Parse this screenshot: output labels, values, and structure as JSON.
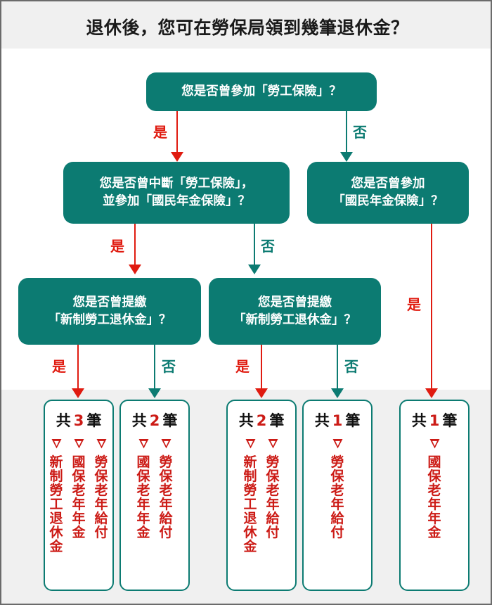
{
  "header": {
    "title": "退休後，您可在勞保局領到幾筆退休金？"
  },
  "colors": {
    "teal": "#0c7b72",
    "red": "#e01b10",
    "result_red": "#cc1b16",
    "band": "#f0f0f0"
  },
  "labels": {
    "yes": "是",
    "no": "否"
  },
  "questions": {
    "q1": "您是否曾參加「勞工保險」？",
    "q2_left": "您是否曾中斷「勞工保險」，\n並參加「國民年金保險」？",
    "q2_right": "您是否曾參加\n「國民年金保險」？",
    "q3_left": "您是否曾提繳\n「新制勞工退休金」？",
    "q3_right": "您是否曾提繳\n「新制勞工退休金」？"
  },
  "edges": [
    {
      "id": "e1",
      "label": "是",
      "color": "red"
    },
    {
      "id": "e2",
      "label": "否",
      "color": "teal"
    },
    {
      "id": "e3",
      "label": "是",
      "color": "red"
    },
    {
      "id": "e4",
      "label": "否",
      "color": "teal"
    },
    {
      "id": "e5",
      "label": "是",
      "color": "red"
    },
    {
      "id": "e6",
      "label": "是",
      "color": "red"
    },
    {
      "id": "e7",
      "label": "否",
      "color": "teal"
    },
    {
      "id": "e8",
      "label": "是",
      "color": "red"
    },
    {
      "id": "e9",
      "label": "否",
      "color": "teal"
    }
  ],
  "results": [
    {
      "prefix": "共",
      "count": "3",
      "suffix": "筆",
      "items": [
        "勞保老年給付",
        "國保老年年金",
        "新制勞工退休金"
      ]
    },
    {
      "prefix": "共",
      "count": "2",
      "suffix": "筆",
      "items": [
        "勞保老年給付",
        "國保老年年金"
      ]
    },
    {
      "prefix": "共",
      "count": "2",
      "suffix": "筆",
      "items": [
        "勞保老年給付",
        "新制勞工退休金"
      ]
    },
    {
      "prefix": "共",
      "count": "1",
      "suffix": "筆",
      "items": [
        "勞保老年給付"
      ]
    },
    {
      "prefix": "共",
      "count": "1",
      "suffix": "筆",
      "items": [
        "國保老年年金"
      ]
    }
  ]
}
